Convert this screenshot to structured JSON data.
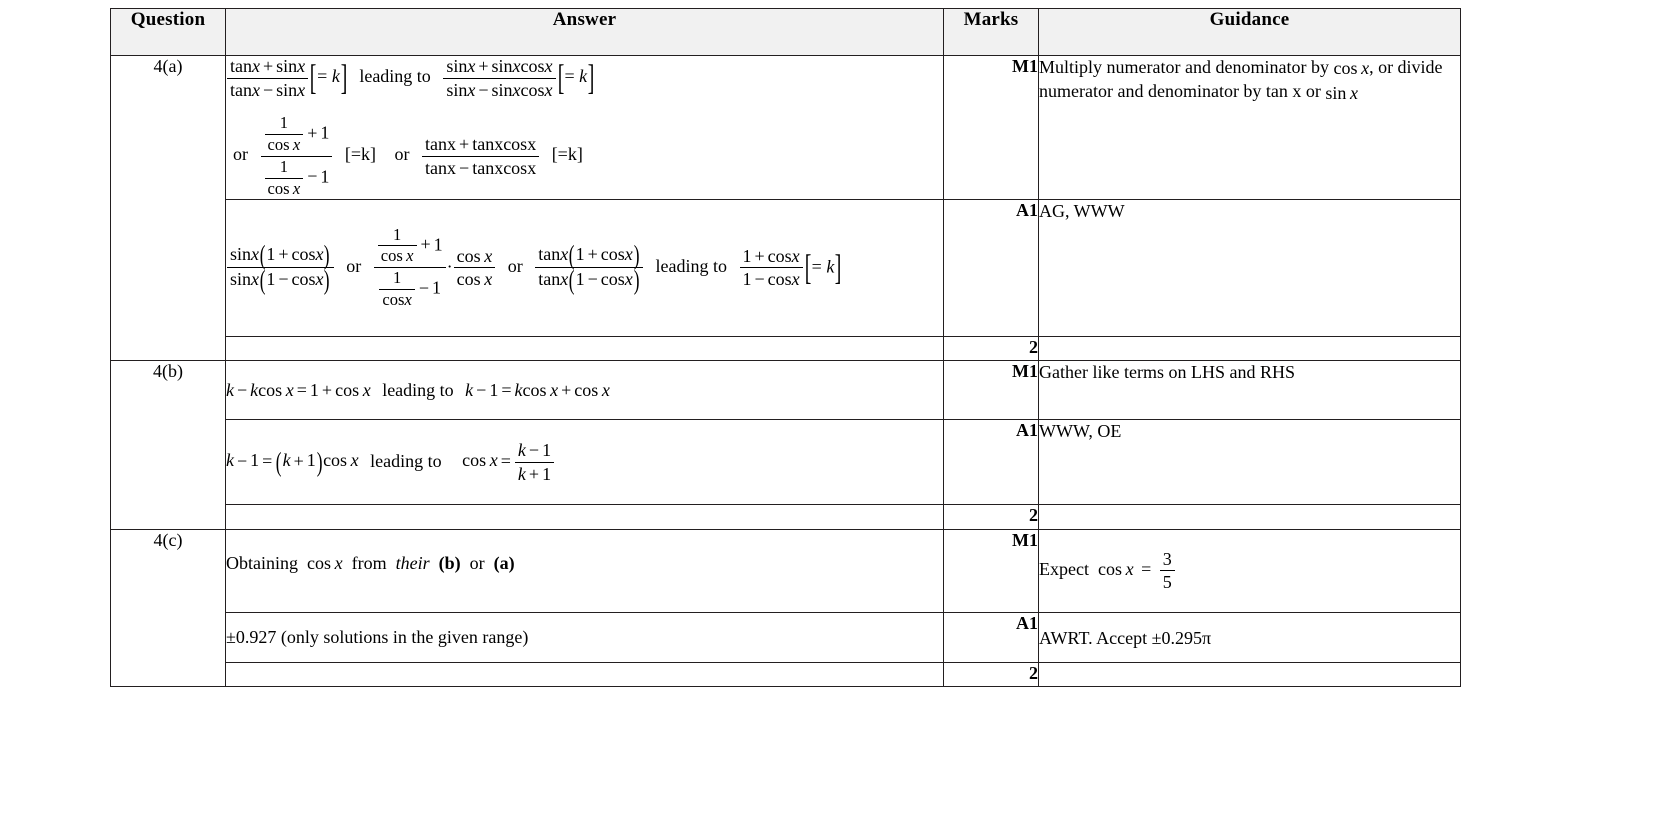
{
  "table": {
    "headers": {
      "question": "Question",
      "answer": "Answer",
      "marks": "Marks",
      "guidance": "Guidance"
    },
    "rows": {
      "r4a_m1": {
        "question": "4(a)",
        "answer_line1_text": "(tanx + sinx)/(tanx − sinx) [= k] leading to (sinx + sinxcosx)/(sinx − sinxcosx) [= k]",
        "answer_line2_text": "or ((1/cos x) + 1)/((1/cos x) − 1) [=k] or (tanx + tanxcosx)/(tanx − tanxcosx) [=k]",
        "mark": "M1",
        "guidance_l1": "Multiply numerator and denominator by",
        "guidance_l1b": "cos x",
        "guidance_l1c": ",",
        "guidance_l2": "or divide numerator and denominator by tan x or",
        "guidance_l3": "sin x",
        "leading_to": "leading to",
        "or": "or",
        "eq_k_bracket_open": "[",
        "eq_k": "= k",
        "eq_k_bracket_close": "]",
        "eq_k_plain": "[=k]",
        "tan_x": "tan",
        "sin_x": "sin",
        "cos_x": "cos",
        "x": "x",
        "k": "k",
        "one": "1",
        "plus": "+",
        "minus": "−",
        "sinxcosx": "sinxcosx",
        "tanxcosx": "tanxcosx"
      },
      "r4a_a1": {
        "answer_text": "sinx(1+cosx)/sinx(1−cosx) or ((1/cos x)+1)/((1/cos x)−1) · (cos x)/(cos x) or tanx(1+cosx)/tanx(1−cosx) leading to (1+cosx)/(1−cosx) [= k]",
        "mark": "A1",
        "guidance": "AG, WWW"
      },
      "r4a_total": {
        "total": "2"
      },
      "r4b_m1": {
        "question": "4(b)",
        "answer_text": "k − kcosx = 1 + cosx leading to k − 1 = kcos x + cos x",
        "mark": "M1",
        "guidance": "Gather like terms on LHS and RHS"
      },
      "r4b_a1": {
        "answer_text": "k − 1 = (k + 1)cos x leading to cos x = (k − 1)/(k + 1)",
        "mark": "A1",
        "guidance": "WWW, OE"
      },
      "r4b_total": {
        "total": "2"
      },
      "r4c_m1": {
        "question": "4(c)",
        "answer_pre": "Obtaining",
        "answer_cos": "cos",
        "answer_x": "x",
        "answer_from": "from",
        "answer_their": "their",
        "answer_b": "(b)",
        "answer_or": "or",
        "answer_a": "(a)",
        "mark": "M1",
        "guidance_pre": "Expect",
        "guidance_cos": "cos",
        "guidance_x": "x",
        "guidance_eq": "=",
        "guidance_num": "3",
        "guidance_den": "5"
      },
      "r4c_a1": {
        "answer_text": "±0.927 (only solutions in the given range)",
        "mark": "A1",
        "guidance": "AWRT. Accept ±0.295π"
      },
      "r4c_total": {
        "total": "2"
      }
    }
  },
  "colors": {
    "border": "#231f20",
    "header_background": "#f1f1f1",
    "text": "#000000"
  }
}
